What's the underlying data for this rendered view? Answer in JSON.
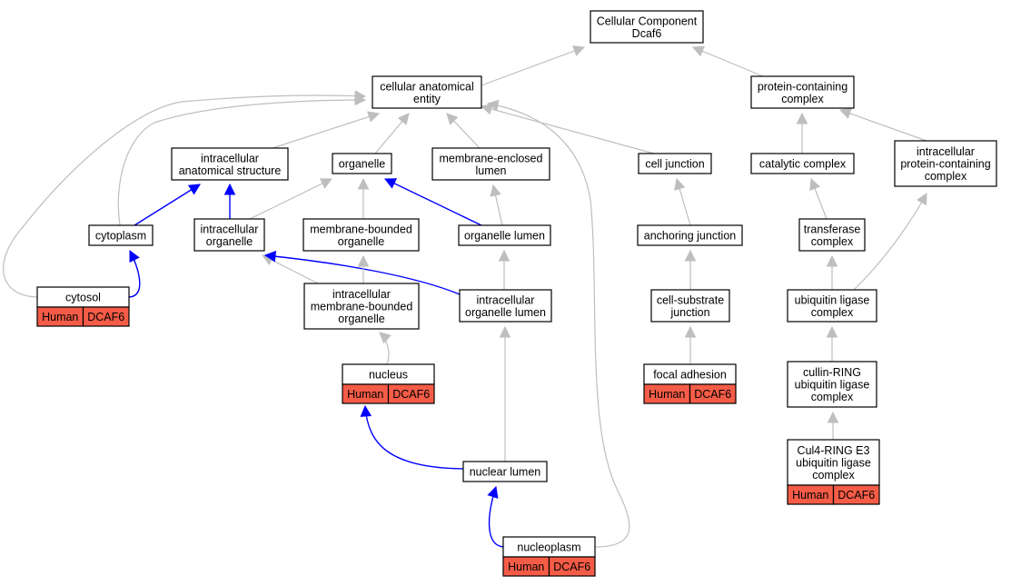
{
  "colors": {
    "edge_default": "#bebebe",
    "edge_highlight": "#0000ff",
    "annotation_fill": "#f55c47",
    "node_fill": "#ffffff"
  },
  "nodes": {
    "root": {
      "lines": [
        "Cellular Component",
        "Dcaf6"
      ]
    },
    "cae": {
      "lines": [
        "cellular anatomical",
        "entity"
      ]
    },
    "pcc": {
      "lines": [
        "protein-containing",
        "complex"
      ]
    },
    "ias": {
      "lines": [
        "intracellular",
        "anatomical structure"
      ]
    },
    "organelle": {
      "lines": [
        "organelle"
      ]
    },
    "mec_lumen": {
      "lines": [
        "membrane-enclosed",
        "lumen"
      ]
    },
    "cell_junction": {
      "lines": [
        "cell junction"
      ]
    },
    "catalytic": {
      "lines": [
        "catalytic complex"
      ]
    },
    "ipcc": {
      "lines": [
        "intracellular",
        "protein-containing",
        "complex"
      ]
    },
    "cytoplasm": {
      "lines": [
        "cytoplasm"
      ]
    },
    "int_organelle": {
      "lines": [
        "intracellular",
        "organelle"
      ]
    },
    "mb_organelle": {
      "lines": [
        "membrane-bounded",
        "organelle"
      ]
    },
    "org_lumen": {
      "lines": [
        "organelle lumen"
      ]
    },
    "anchoring": {
      "lines": [
        "anchoring junction"
      ]
    },
    "transferase": {
      "lines": [
        "transferase",
        "complex"
      ]
    },
    "cytosol": {
      "lines": [
        "cytosol"
      ],
      "tags": [
        "Human",
        "DCAF6"
      ]
    },
    "imbo": {
      "lines": [
        "intracellular",
        "membrane-bounded",
        "organelle"
      ]
    },
    "iol": {
      "lines": [
        "intracellular",
        "organelle lumen"
      ]
    },
    "cell_substrate": {
      "lines": [
        "cell-substrate",
        "junction"
      ]
    },
    "ubiquitin": {
      "lines": [
        "ubiquitin ligase",
        "complex"
      ]
    },
    "nucleus": {
      "lines": [
        "nucleus"
      ],
      "tags": [
        "Human",
        "DCAF6"
      ]
    },
    "focal": {
      "lines": [
        "focal adhesion"
      ],
      "tags": [
        "Human",
        "DCAF6"
      ]
    },
    "cullin": {
      "lines": [
        "cullin-RING",
        "ubiquitin ligase",
        "complex"
      ]
    },
    "nuclear_lumen": {
      "lines": [
        "nuclear lumen"
      ]
    },
    "cul4": {
      "lines": [
        "Cul4-RING E3",
        "ubiquitin ligase",
        "complex"
      ],
      "tags": [
        "Human",
        "DCAF6"
      ]
    },
    "nucleoplasm": {
      "lines": [
        "nucleoplasm"
      ],
      "tags": [
        "Human",
        "DCAF6"
      ]
    }
  },
  "edges": [
    {
      "from": "cae",
      "to": "root",
      "highlight": false
    },
    {
      "from": "pcc",
      "to": "root",
      "highlight": false
    },
    {
      "from": "ias",
      "to": "cae",
      "highlight": false
    },
    {
      "from": "organelle",
      "to": "cae",
      "highlight": false
    },
    {
      "from": "mec_lumen",
      "to": "cae",
      "highlight": false
    },
    {
      "from": "cell_junction",
      "to": "cae",
      "highlight": false
    },
    {
      "from": "cytoplasm",
      "to": "cae",
      "highlight": false
    },
    {
      "from": "cytosol",
      "to": "cae",
      "highlight": false
    },
    {
      "from": "nucleoplasm",
      "to": "cae",
      "highlight": false
    },
    {
      "from": "catalytic",
      "to": "pcc",
      "highlight": false
    },
    {
      "from": "ipcc",
      "to": "pcc",
      "highlight": false
    },
    {
      "from": "cytoplasm",
      "to": "ias",
      "highlight": true
    },
    {
      "from": "int_organelle",
      "to": "ias",
      "highlight": true
    },
    {
      "from": "int_organelle",
      "to": "organelle",
      "highlight": false
    },
    {
      "from": "mb_organelle",
      "to": "organelle",
      "highlight": false
    },
    {
      "from": "org_lumen",
      "to": "organelle",
      "highlight": true
    },
    {
      "from": "org_lumen",
      "to": "mec_lumen",
      "highlight": false
    },
    {
      "from": "anchoring",
      "to": "cell_junction",
      "highlight": false
    },
    {
      "from": "transferase",
      "to": "catalytic",
      "highlight": false
    },
    {
      "from": "ubiquitin",
      "to": "ipcc",
      "highlight": false
    },
    {
      "from": "cytosol",
      "to": "cytoplasm",
      "highlight": true
    },
    {
      "from": "imbo",
      "to": "int_organelle",
      "highlight": false
    },
    {
      "from": "iol",
      "to": "int_organelle",
      "highlight": true
    },
    {
      "from": "imbo",
      "to": "mb_organelle",
      "highlight": false
    },
    {
      "from": "iol",
      "to": "org_lumen",
      "highlight": false
    },
    {
      "from": "cell_substrate",
      "to": "anchoring",
      "highlight": false
    },
    {
      "from": "ubiquitin",
      "to": "transferase",
      "highlight": false
    },
    {
      "from": "nucleus",
      "to": "imbo",
      "highlight": false
    },
    {
      "from": "focal",
      "to": "cell_substrate",
      "highlight": false
    },
    {
      "from": "cullin",
      "to": "ubiquitin",
      "highlight": false
    },
    {
      "from": "nuclear_lumen",
      "to": "nucleus",
      "highlight": true
    },
    {
      "from": "nuclear_lumen",
      "to": "iol",
      "highlight": false
    },
    {
      "from": "cul4",
      "to": "cullin",
      "highlight": false
    },
    {
      "from": "nucleoplasm",
      "to": "nuclear_lumen",
      "highlight": true
    }
  ]
}
